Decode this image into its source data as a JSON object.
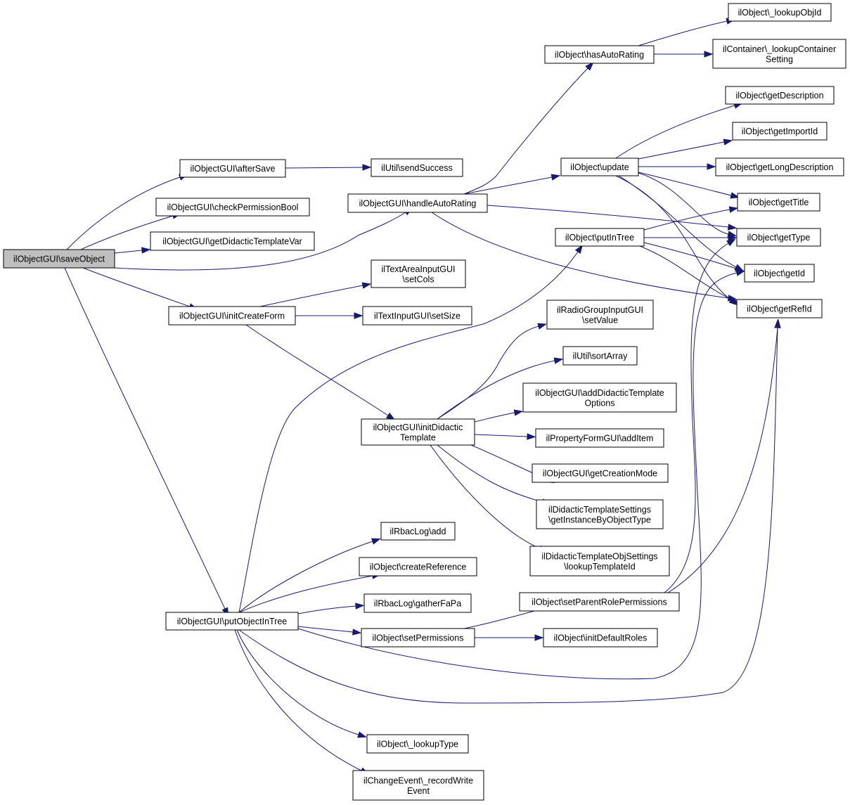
{
  "graph": {
    "edge_color": "#191970",
    "root_fill": "#bfbfbf",
    "nodes": [
      {
        "id": "saveObject",
        "lines": [
          "ilObjectGUI\\saveObject"
        ],
        "root": true
      },
      {
        "id": "afterSave",
        "lines": [
          "ilObjectGUI\\afterSave"
        ]
      },
      {
        "id": "checkPermissionBool",
        "lines": [
          "ilObjectGUI\\checkPermissionBool"
        ]
      },
      {
        "id": "getDidacticTemplateVar",
        "lines": [
          "ilObjectGUI\\getDidacticTemplateVar"
        ]
      },
      {
        "id": "handleAutoRating",
        "lines": [
          "ilObjectGUI\\handleAutoRating"
        ]
      },
      {
        "id": "initCreateForm",
        "lines": [
          "ilObjectGUI\\initCreateForm"
        ]
      },
      {
        "id": "putObjectInTree",
        "lines": [
          "ilObjectGUI\\putObjectInTree"
        ]
      },
      {
        "id": "sendSuccess",
        "lines": [
          "ilUtil\\sendSuccess"
        ]
      },
      {
        "id": "hasAutoRating",
        "lines": [
          "ilObject\\hasAutoRating"
        ]
      },
      {
        "id": "lookupObjId",
        "lines": [
          "ilObject\\_lookupObjId"
        ]
      },
      {
        "id": "lookupContainerSetting",
        "lines": [
          "ilContainer\\_lookupContainer",
          "Setting"
        ]
      },
      {
        "id": "getDescription",
        "lines": [
          "ilObject\\getDescription"
        ]
      },
      {
        "id": "getImportId",
        "lines": [
          "ilObject\\getImportId"
        ]
      },
      {
        "id": "update",
        "lines": [
          "ilObject\\update"
        ]
      },
      {
        "id": "getLongDescription",
        "lines": [
          "ilObject\\getLongDescription"
        ]
      },
      {
        "id": "getTitle",
        "lines": [
          "ilObject\\getTitle"
        ]
      },
      {
        "id": "putInTree",
        "lines": [
          "ilObject\\putInTree"
        ]
      },
      {
        "id": "getType",
        "lines": [
          "ilObject\\getType"
        ]
      },
      {
        "id": "getId",
        "lines": [
          "ilObject\\getId"
        ]
      },
      {
        "id": "getRefId",
        "lines": [
          "ilObject\\getRefId"
        ]
      },
      {
        "id": "setCols",
        "lines": [
          "ilTextAreaInputGUI",
          "\\setCols"
        ]
      },
      {
        "id": "setSize",
        "lines": [
          "ilTextInputGUI\\setSize"
        ]
      },
      {
        "id": "initDidacticTemplate",
        "lines": [
          "ilObjectGUI\\initDidactic",
          "Template"
        ]
      },
      {
        "id": "radioSetValue",
        "lines": [
          "ilRadioGroupInputGUI",
          "\\setValue"
        ]
      },
      {
        "id": "sortArray",
        "lines": [
          "ilUtil\\sortArray"
        ]
      },
      {
        "id": "addDidacticTemplateOptions",
        "lines": [
          "ilObjectGUI\\addDidacticTemplate",
          "Options"
        ]
      },
      {
        "id": "addItem",
        "lines": [
          "ilPropertyFormGUI\\addItem"
        ]
      },
      {
        "id": "getCreationMode",
        "lines": [
          "ilObjectGUI\\getCreationMode"
        ]
      },
      {
        "id": "getInstanceByObjectType",
        "lines": [
          "ilDidacticTemplateSettings",
          "\\getInstanceByObjectType"
        ]
      },
      {
        "id": "lookupTemplateId",
        "lines": [
          "ilDidacticTemplateObjSettings",
          "\\lookupTemplateId"
        ]
      },
      {
        "id": "rbacAdd",
        "lines": [
          "ilRbacLog\\add"
        ]
      },
      {
        "id": "createReference",
        "lines": [
          "ilObject\\createReference"
        ]
      },
      {
        "id": "gatherFaPa",
        "lines": [
          "ilRbacLog\\gatherFaPa"
        ]
      },
      {
        "id": "setParentRolePermissions",
        "lines": [
          "ilObject\\setParentRolePermissions"
        ]
      },
      {
        "id": "setPermissions",
        "lines": [
          "ilObject\\setPermissions"
        ]
      },
      {
        "id": "initDefaultRoles",
        "lines": [
          "ilObject\\initDefaultRoles"
        ]
      },
      {
        "id": "lookupType",
        "lines": [
          "ilObject\\_lookupType"
        ]
      },
      {
        "id": "recordWriteEvent",
        "lines": [
          "ilChangeEvent\\_recordWrite",
          "Event"
        ]
      }
    ]
  }
}
